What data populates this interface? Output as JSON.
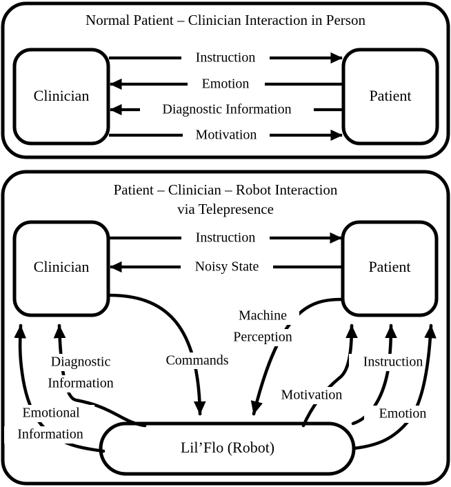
{
  "figure": {
    "title": "Patient-Clinician interaction diagrams",
    "background_color": "#ffffff",
    "line_color": "#000000"
  },
  "panels": [
    {
      "id": "in-person",
      "title": "Normal Patient – Clinician Interaction in Person",
      "nodes": [
        {
          "id": "clinician-top",
          "label": "Clinician",
          "shape": "rounded-rect"
        },
        {
          "id": "patient-top",
          "label": "Patient",
          "shape": "rounded-rect"
        }
      ],
      "edges": [
        {
          "label": "Instruction",
          "from": "Clinician",
          "to": "Patient",
          "direction": "right"
        },
        {
          "label": "Emotion",
          "from": "Patient",
          "to": "Clinician",
          "direction": "left"
        },
        {
          "label": "Diagnostic Information",
          "from": "Patient",
          "to": "Clinician",
          "direction": "left"
        },
        {
          "label": "Motivation",
          "from": "Clinician",
          "to": "Patient",
          "direction": "right"
        }
      ]
    },
    {
      "id": "telepresence",
      "title_line1": "Patient – Clinician – Robot Interaction",
      "title_line2": "via Telepresence",
      "nodes": [
        {
          "id": "clinician-bottom",
          "label": "Clinician",
          "shape": "rounded-rect"
        },
        {
          "id": "patient-bottom",
          "label": "Patient",
          "shape": "rounded-rect"
        },
        {
          "id": "robot",
          "label": "Lil’Flo (Robot)",
          "shape": "stadium"
        }
      ],
      "edges": [
        {
          "label": "Instruction",
          "from": "Clinician",
          "to": "Patient",
          "direction": "right"
        },
        {
          "label": "Noisy State",
          "from": "Patient",
          "to": "Clinician",
          "direction": "left"
        },
        {
          "label": "Commands",
          "from": "Clinician",
          "to": "Lil’Flo (Robot)",
          "direction": "down"
        },
        {
          "label": "Machine Perception",
          "from": "Patient",
          "to": "Lil’Flo (Robot)",
          "direction": "down"
        },
        {
          "label": "Diagnostic Information",
          "from": "Lil’Flo (Robot)",
          "to": "Clinician",
          "direction": "up"
        },
        {
          "label": "Emotional Information",
          "from": "Lil’Flo (Robot)",
          "to": "Clinician",
          "direction": "up"
        },
        {
          "label": "Motivation",
          "from": "Lil’Flo (Robot)",
          "to": "Patient",
          "direction": "up"
        },
        {
          "label": "Instruction",
          "from": "Lil’Flo (Robot)",
          "to": "Patient",
          "direction": "up"
        },
        {
          "label": "Emotion",
          "from": "Lil’Flo (Robot)",
          "to": "Patient",
          "direction": "up"
        }
      ]
    }
  ],
  "labels": {
    "panel1_title": "Normal Patient – Clinician Interaction in Person",
    "panel2_title_line1": "Patient – Clinician – Robot Interaction",
    "panel2_title_line2": "via Telepresence",
    "clinician": "Clinician",
    "patient": "Patient",
    "robot": "Lil’Flo (Robot)",
    "instruction": "Instruction",
    "emotion": "Emotion",
    "diagnostic_information": "Diagnostic Information",
    "motivation": "Motivation",
    "noisy_state": "Noisy State",
    "commands": "Commands",
    "machine_perception_line1": "Machine",
    "machine_perception_line2": "Perception",
    "diagnostic_line1": "Diagnostic",
    "diagnostic_line2": "Information",
    "emotional_line1": "Emotional",
    "emotional_line2": "Information",
    "motivation_lower": "Motivation",
    "instruction_lower": "Instruction",
    "emotion_lower": "Emotion"
  }
}
